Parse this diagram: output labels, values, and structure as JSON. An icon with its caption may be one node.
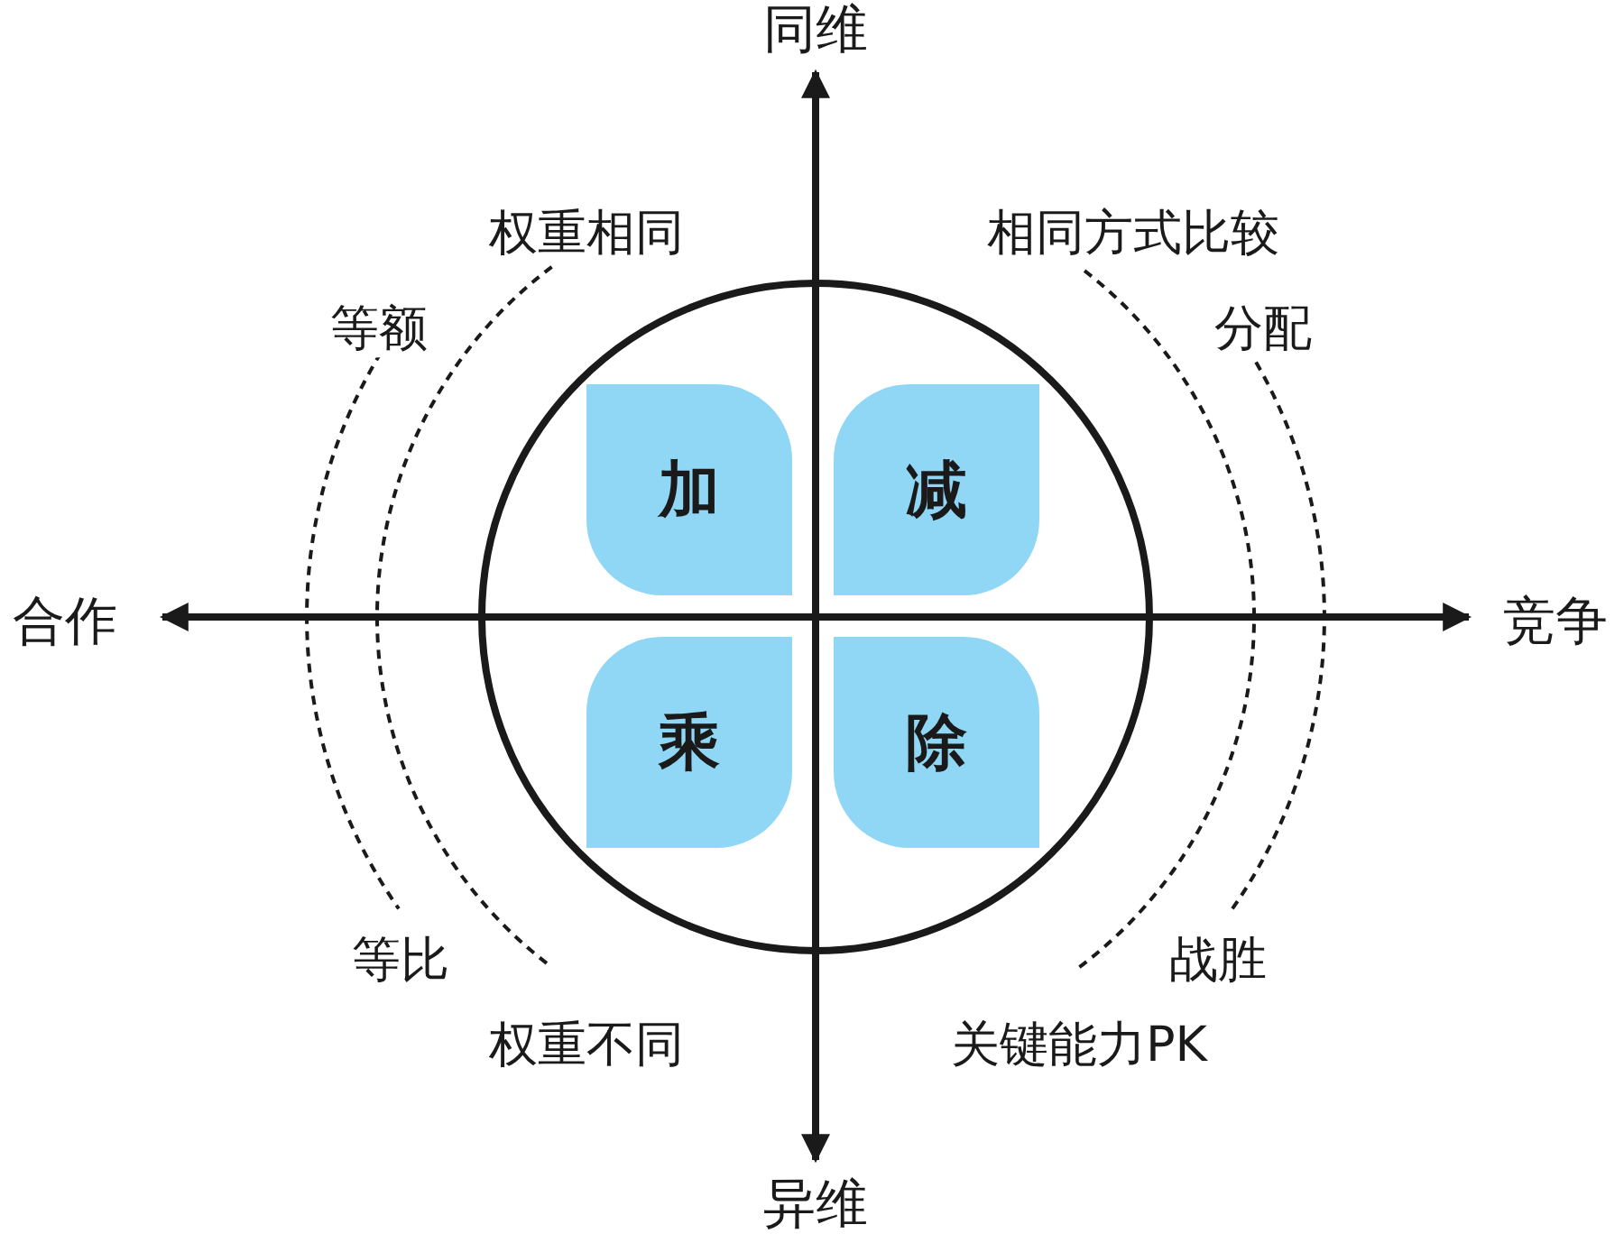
{
  "diagram": {
    "nodes": [
      {
        "text": [
          "加"
        ]
      },
      {
        "text": [
          "减"
        ]
      },
      {
        "text": [
          "乘"
        ]
      },
      {
        "text": [
          "除"
        ]
      }
    ],
    "edges": [],
    "labels": [
      "同维",
      "权重相同",
      "相同方式比较",
      "等额",
      "分配",
      "合作",
      "竞争",
      "等比",
      "战胜",
      "权重不同",
      "关键能力PK",
      "异维"
    ]
  }
}
